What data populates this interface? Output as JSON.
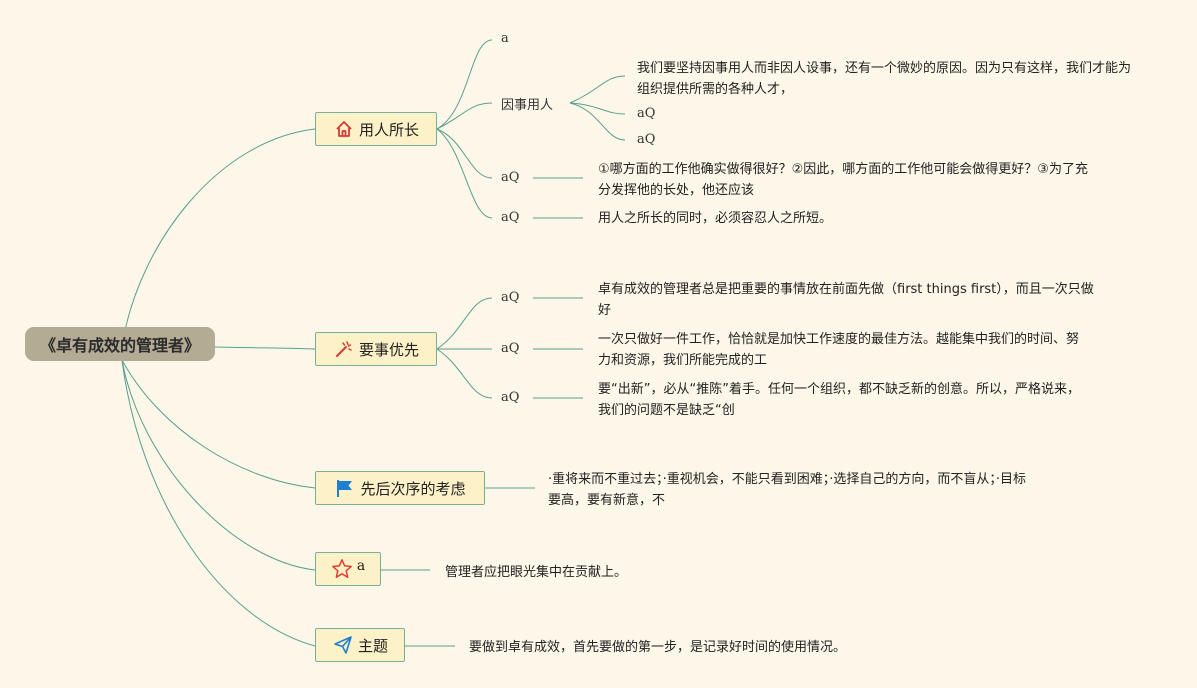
{
  "root": {
    "title": "《卓有成效的管理者》"
  },
  "branches": [
    {
      "topic": "用人所长",
      "icon": "home-icon",
      "children": [
        {
          "label": "a"
        },
        {
          "label": "因事用人",
          "children": [
            {
              "text": "我们要坚持因事用人而非因人设事，还有一个微妙的原因。因为只有这样，我们才能为组织提供所需的各种人才，"
            },
            {
              "label": "aQ"
            },
            {
              "label": "aQ"
            }
          ]
        },
        {
          "label": "aQ",
          "note": "①哪方面的工作他确实做得很好？②因此，哪方面的工作他可能会做得更好？③为了充分发挥他的长处，他还应该"
        },
        {
          "label": "aQ",
          "note": "用人之所长的同时，必须容忍人之所短。"
        }
      ]
    },
    {
      "topic": "要事优先",
      "icon": "magic-wand-icon",
      "children": [
        {
          "label": "aQ",
          "note": "卓有成效的管理者总是把重要的事情放在前面先做（first things first），而且一次只做好"
        },
        {
          "label": "aQ",
          "note": "一次只做好一件工作，恰恰就是加快工作速度的最佳方法。越能集中我们的时间、努力和资源，我们所能完成的工"
        },
        {
          "label": "aQ",
          "note": "要“出新”，必从“推陈”着手。任何一个组织，都不缺乏新的创意。所以，严格说来，我们的问题不是缺乏“创"
        }
      ]
    },
    {
      "topic": "先后次序的考虑",
      "icon": "flag-icon",
      "note": "·重将来而不重过去；·重视机会，不能只看到困难；·选择自己的方向，而不盲从；·目标要高，要有新意，不"
    },
    {
      "topic": "a",
      "icon": "star-icon",
      "note": "管理者应把眼光集中在贡献上。"
    },
    {
      "topic": "主题",
      "icon": "paper-plane-icon",
      "note": "要做到卓有成效，首先要做的第一步，是记录好时间的使用情况。"
    }
  ],
  "colors": {
    "background": "#fdf7e9",
    "root_fill": "#b3ab94",
    "topic_fill": "#fdf1c8",
    "line": "#5a9e8e"
  }
}
